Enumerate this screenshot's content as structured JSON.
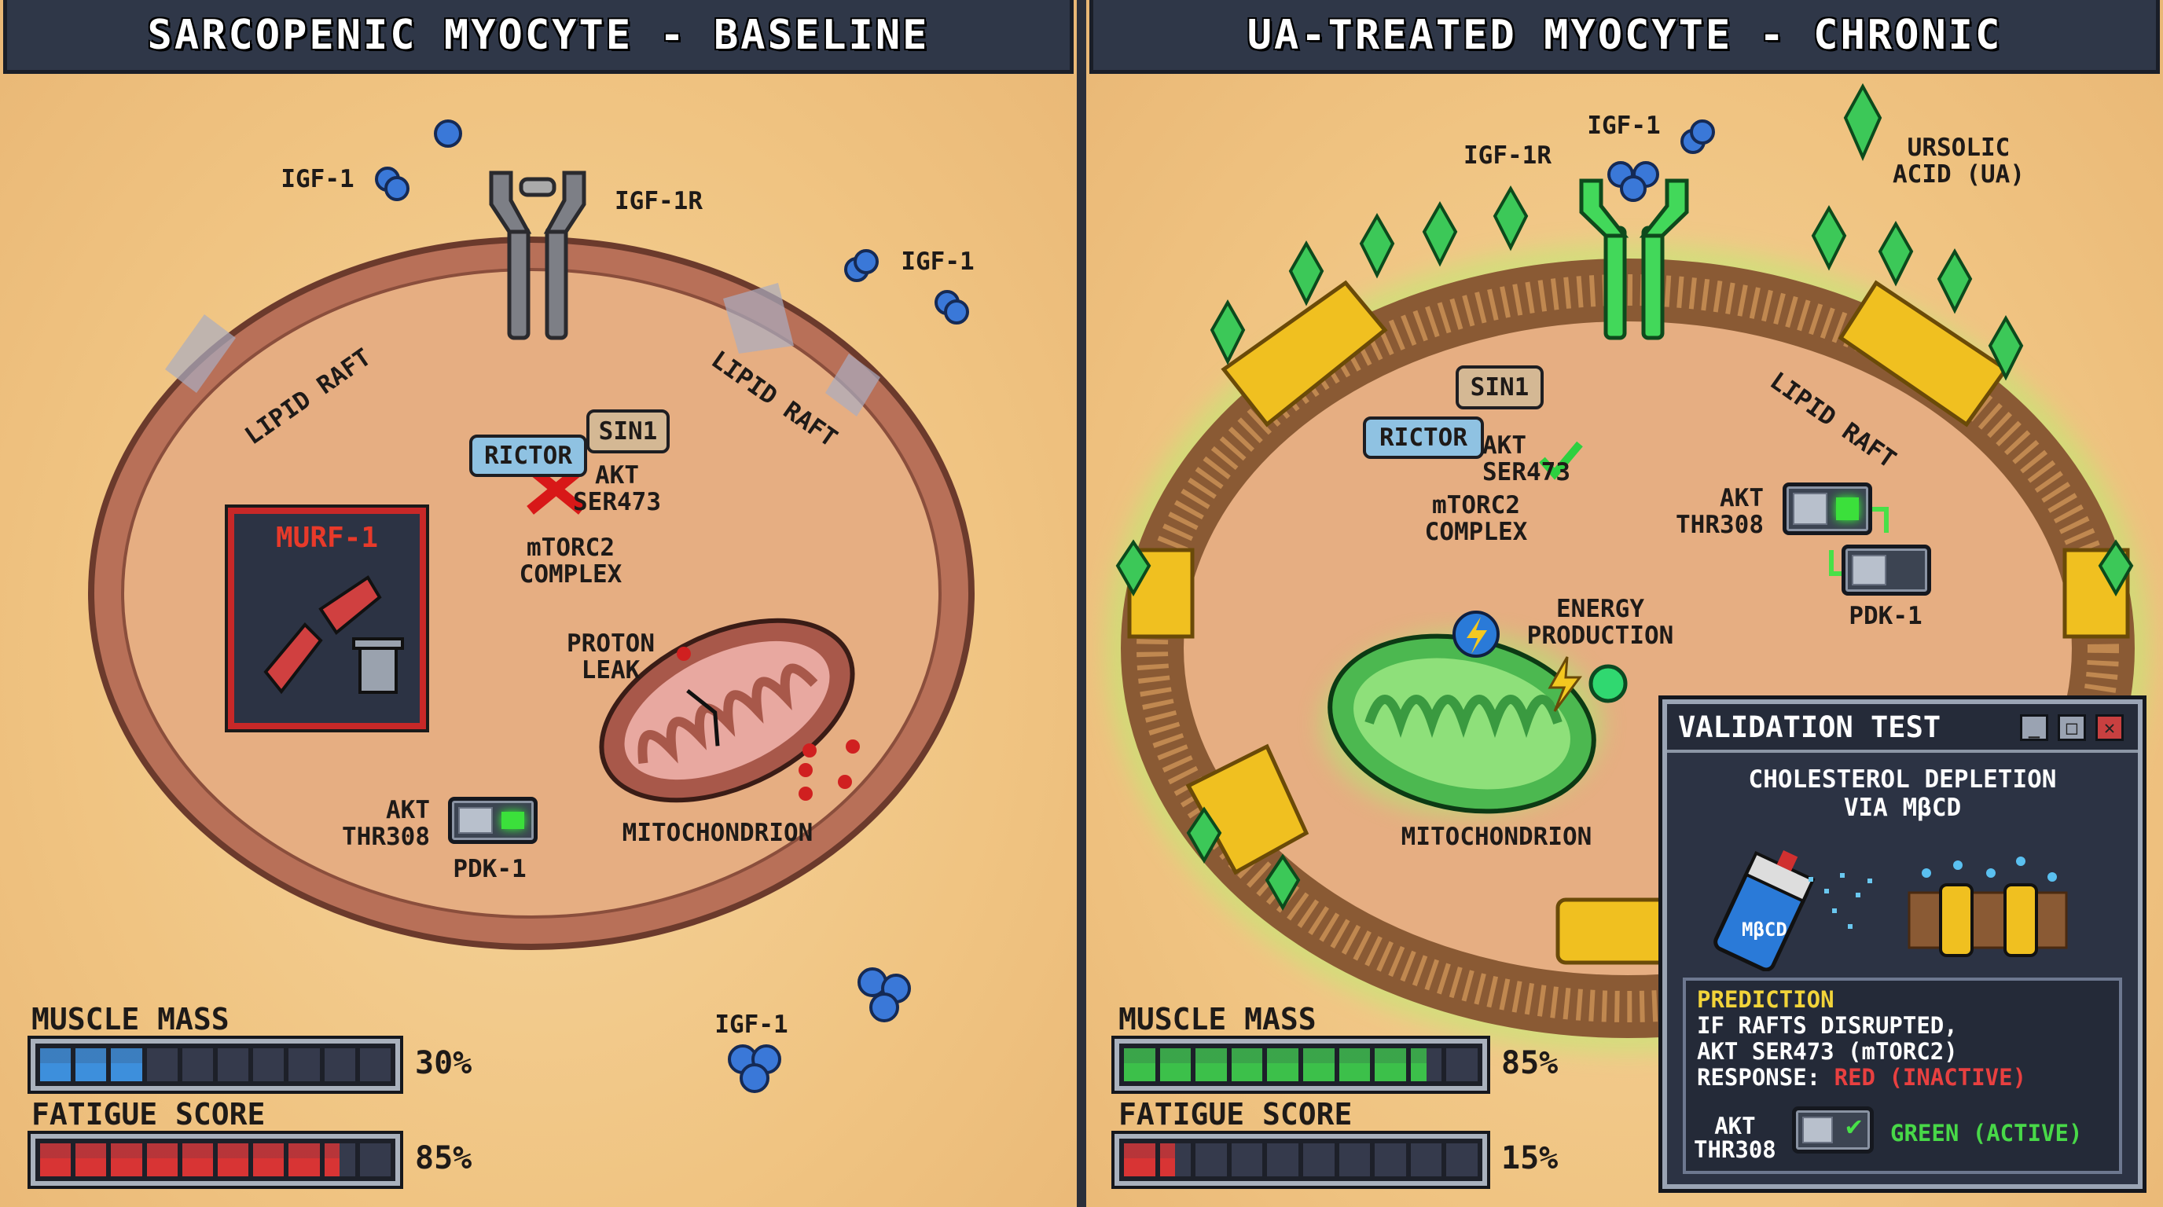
{
  "left": {
    "title": "SARCOPENIC MYOCYTE - BASELINE",
    "igf1_labels": [
      "IGF-1",
      "IGF-1",
      "IGF-1"
    ],
    "receptor_label": "IGF-1R",
    "lipid_raft_left": "LIPID RAFT",
    "lipid_raft_right": "LIPID RAFT",
    "rictor": "RICTOR",
    "sin1": "SIN1",
    "akt_ser473": [
      "AKT",
      "SER473"
    ],
    "akt_ser473_status": "inactive",
    "mtorc2": [
      "mTORC2",
      "COMPLEX"
    ],
    "murf1": "MURF-1",
    "proton_leak": [
      "PROTON",
      "LEAK"
    ],
    "mitochondrion": "MITOCHONDRION",
    "akt_thr308": [
      "AKT",
      "THR308"
    ],
    "pdk1": "PDK-1",
    "muscle_mass": {
      "label": "MUSCLE MASS",
      "value": 30,
      "pct": "30%",
      "color": "#3d8fdc"
    },
    "fatigue_score": {
      "label": "FATIGUE SCORE",
      "value": 85,
      "pct": "85%",
      "color": "#d83434"
    }
  },
  "right": {
    "title": "UA-TREATED MYOCYTE - CHRONIC",
    "igf1_label": "IGF-1",
    "receptor_label": "IGF-1R",
    "ursolic_acid": [
      "URSOLIC",
      "ACID (UA)"
    ],
    "lipid_raft": "LIPID RAFT",
    "rictor": "RICTOR",
    "sin1": "SIN1",
    "akt_ser473": [
      "AKT",
      "SER473"
    ],
    "akt_ser473_status": "active",
    "mtorc2": [
      "mTORC2",
      "COMPLEX"
    ],
    "akt_thr308": [
      "AKT",
      "THR308"
    ],
    "pdk1": "PDK-1",
    "energy": [
      "ENERGY",
      "PRODUCTION"
    ],
    "mitochondrion": "MITOCHONDRION",
    "muscle_mass": {
      "label": "MUSCLE MASS",
      "value": 85,
      "pct": "85%",
      "color": "#3cc04a"
    },
    "fatigue_score": {
      "label": "FATIGUE SCORE",
      "value": 15,
      "pct": "15%",
      "color": "#d83434"
    }
  },
  "validation": {
    "title": "VALIDATION TEST",
    "subtitle": [
      "CHOLESTEROL DEPLETION",
      "VIA MβCD"
    ],
    "can_label": "MβCD",
    "prediction_heading": "PREDICTION",
    "prediction_lines": [
      "IF RAFTS DISRUPTED,",
      "AKT SER473 (mTORC2)"
    ],
    "response_label": "RESPONSE:",
    "response_value": "RED (INACTIVE)",
    "akt_thr308": [
      "AKT",
      "THR308"
    ],
    "thr308_value": "GREEN (ACTIVE)",
    "colors": {
      "heading": "#f2d43a",
      "inactive": "#e84040",
      "active": "#48d848"
    }
  }
}
